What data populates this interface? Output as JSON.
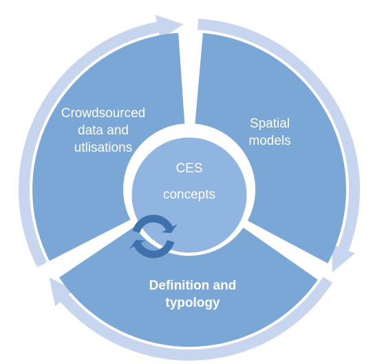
{
  "diagram": {
    "center": {
      "lines": [
        "CES",
        "concepts"
      ]
    },
    "segments": [
      {
        "id": "crowdsourced",
        "lines": [
          "Crowdsourced",
          "data and",
          "utlisations"
        ],
        "bold": false
      },
      {
        "id": "spatial",
        "lines": [
          "Spatial",
          "models"
        ],
        "bold": false
      },
      {
        "id": "definition",
        "lines": [
          "Definition and",
          "typology"
        ],
        "bold": true
      }
    ],
    "colors": {
      "segment_fill": "#7ba7d6",
      "center_fill": "#8fb5e0",
      "outer_arrow": "#c7d6ee",
      "cycle_icon": "#3f71ad",
      "text": "#ffffff"
    },
    "icons": {
      "cycle": "circular-refresh-icon"
    }
  }
}
